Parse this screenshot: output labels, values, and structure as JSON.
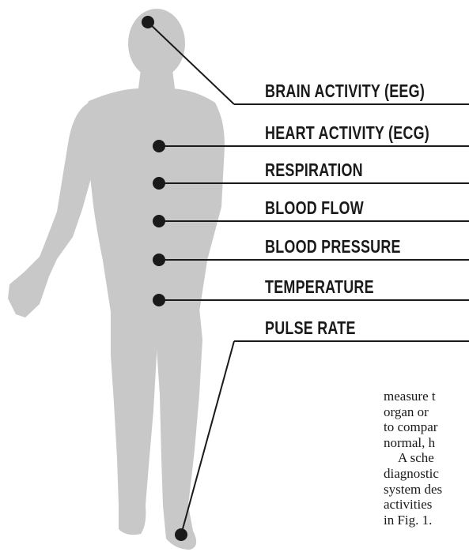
{
  "colors": {
    "silhouette": "#c8c8c8",
    "ink": "#1a1a1a",
    "background": "#ffffff"
  },
  "labels": {
    "brain": "BRAIN ACTIVITY (EEG)",
    "heart": "HEART ACTIVITY (ECG)",
    "respiration": "RESPIRATION",
    "blood_flow": "BLOOD FLOW",
    "blood_pressure": "BLOOD PRESSURE",
    "temperature": "TEMPERATURE",
    "pulse": "PULSE RATE"
  },
  "body_text": {
    "line1": "measure t",
    "line2": "organ or",
    "line3": "to compar",
    "line4": "normal, h",
    "line5": "A sche",
    "line6": "diagnostic",
    "line7": "system des",
    "line8": "activities",
    "line9": "in Fig. 1."
  }
}
